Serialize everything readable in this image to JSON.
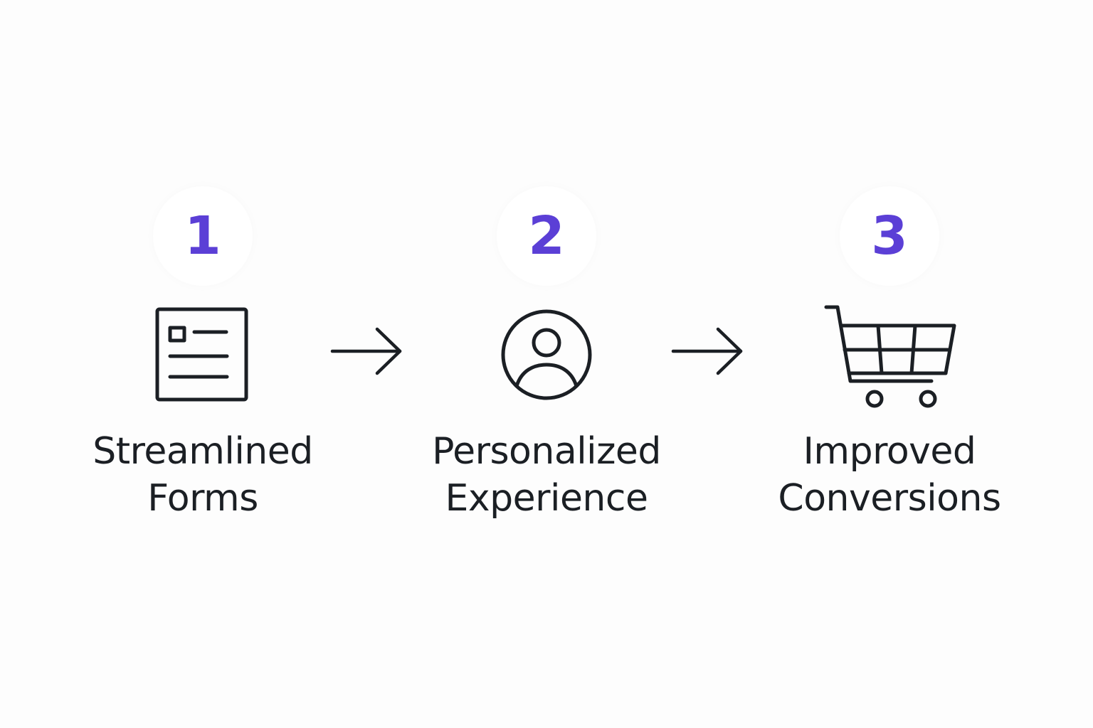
{
  "colors": {
    "accent": "#5b3fd6",
    "ink": "#1b1f24",
    "background": "#fdfdfd"
  },
  "steps": [
    {
      "number": "1",
      "icon": "form-document-icon",
      "label_lines": [
        "Streamlined",
        "Forms"
      ]
    },
    {
      "number": "2",
      "icon": "user-profile-icon",
      "label_lines": [
        "Personalized",
        "Experience"
      ]
    },
    {
      "number": "3",
      "icon": "shopping-cart-icon",
      "label_lines": [
        "Improved",
        "Conversions"
      ]
    }
  ],
  "connectors": [
    {
      "icon": "right-arrow-icon"
    },
    {
      "icon": "right-arrow-icon"
    }
  ]
}
